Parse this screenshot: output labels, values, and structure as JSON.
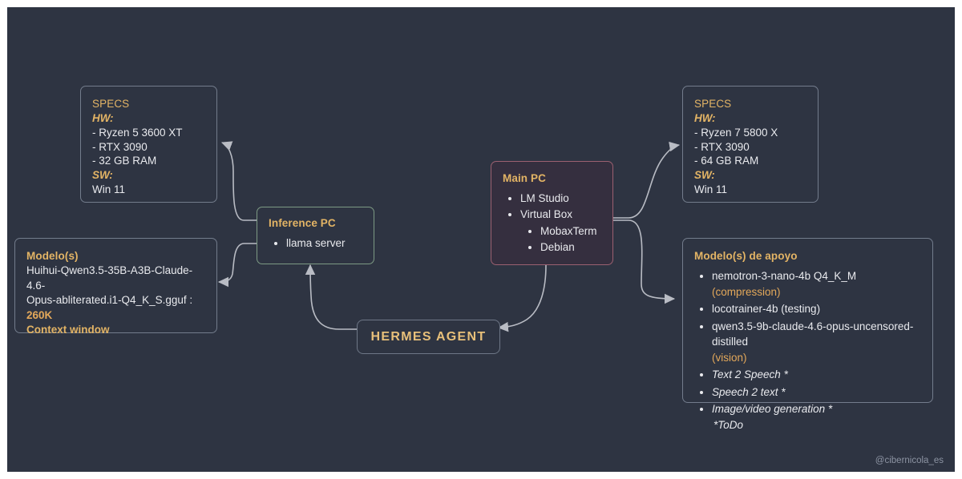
{
  "canvas": {
    "background_color": "#2e3442",
    "accent_color": "#e3b465",
    "edge_color": "#b9bcc4"
  },
  "watermark": "@cibernicola_es",
  "nodes": {
    "specs_left": {
      "title": "SPECS",
      "hw_label": "HW:",
      "hw_items": [
        "- Ryzen 5 3600 XT",
        "- RTX 3090",
        "- 32 GB RAM"
      ],
      "sw_label": "SW:",
      "sw_items": [
        "Win 11"
      ]
    },
    "specs_right": {
      "title": "SPECS",
      "hw_label": "HW:",
      "hw_items": [
        "- Ryzen 7 5800 X",
        "- RTX 3090",
        "- 64 GB RAM"
      ],
      "sw_label": "SW:",
      "sw_items": [
        "Win 11"
      ]
    },
    "modelos": {
      "title": "Modelo(s)",
      "model_name_line1": "Huihui-Qwen3.5-35B-A3B-Claude-4.6-",
      "model_name_line2": "Opus-abliterated.i1-Q4_K_S.gguf : ",
      "context_size": "260K",
      "context_label": "Context window"
    },
    "inference_pc": {
      "title": "Inference PC",
      "items": [
        "llama server"
      ]
    },
    "main_pc": {
      "title": "Main PC",
      "items": [
        "LM Studio",
        "Virtual Box"
      ],
      "sub_items": [
        "MobaxTerm",
        "Debian"
      ]
    },
    "modelos_apoyo": {
      "title": "Modelo(s) de apoyo",
      "items": [
        {
          "text": "nemotron-3-nano-4b Q4_K_M ",
          "tag": "(compression)",
          "style": "normal"
        },
        {
          "text": "locotrainer-4b (testing)",
          "tag": "",
          "style": "normal"
        },
        {
          "text": "qwen3.5-9b-claude-4.6-opus-uncensored-distilled",
          "tag": "(vision)",
          "style": "normal"
        },
        {
          "text": "Text 2 Speech *",
          "tag": "",
          "style": "todo"
        },
        {
          "text": "Speech 2 text *",
          "tag": "",
          "style": "todo"
        },
        {
          "text": "Image/video generation *",
          "tag": "",
          "style": "todo"
        }
      ],
      "footnote": "*ToDo"
    },
    "hermes": {
      "label": "HERMES AGENT"
    }
  }
}
